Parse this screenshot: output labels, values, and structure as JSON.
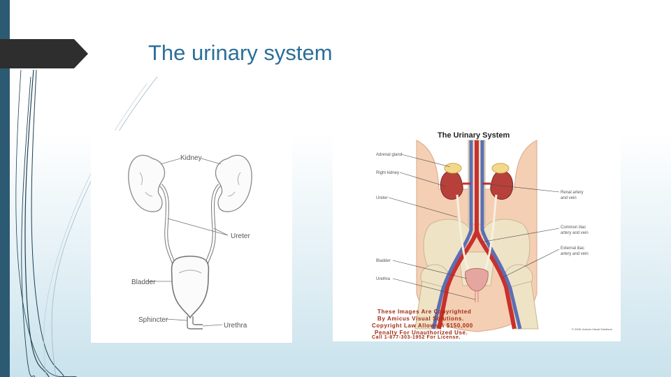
{
  "slide": {
    "title": "The urinary system"
  },
  "diagram_left": {
    "labels": {
      "kidney": "Kidney",
      "ureter": "Ureter",
      "bladder": "Bladder",
      "sphincter": "Sphincter",
      "urethra": "Urethra"
    }
  },
  "diagram_right": {
    "title": "The Urinary System",
    "labels": {
      "adrenal": "Adrenal gland",
      "right_kidney": "Right kidney",
      "ureter": "Ureter",
      "bladder": "Bladder",
      "urethra": "Urethra",
      "renal_artery_1": "Renal artery",
      "renal_artery_2": "and vein",
      "common_iliac_1": "Common iliac",
      "common_iliac_2": "artery and vein",
      "external_iliac_1": "External iliac",
      "external_iliac_2": "artery and vein"
    },
    "copyright_lines": [
      "These Images Are Copyrighted",
      "By Amicus Visual Solutions.",
      "Copyright Law Allows A $150,000",
      "Penalty For Unauthorized Use.",
      "Call 1-877-303-1952 For License."
    ],
    "small_credit": "© 2006, Amicus Visual Solutions"
  },
  "colors": {
    "accent": "#2d5a73",
    "title": "#2b6f98",
    "copyright": "#a22a14"
  }
}
